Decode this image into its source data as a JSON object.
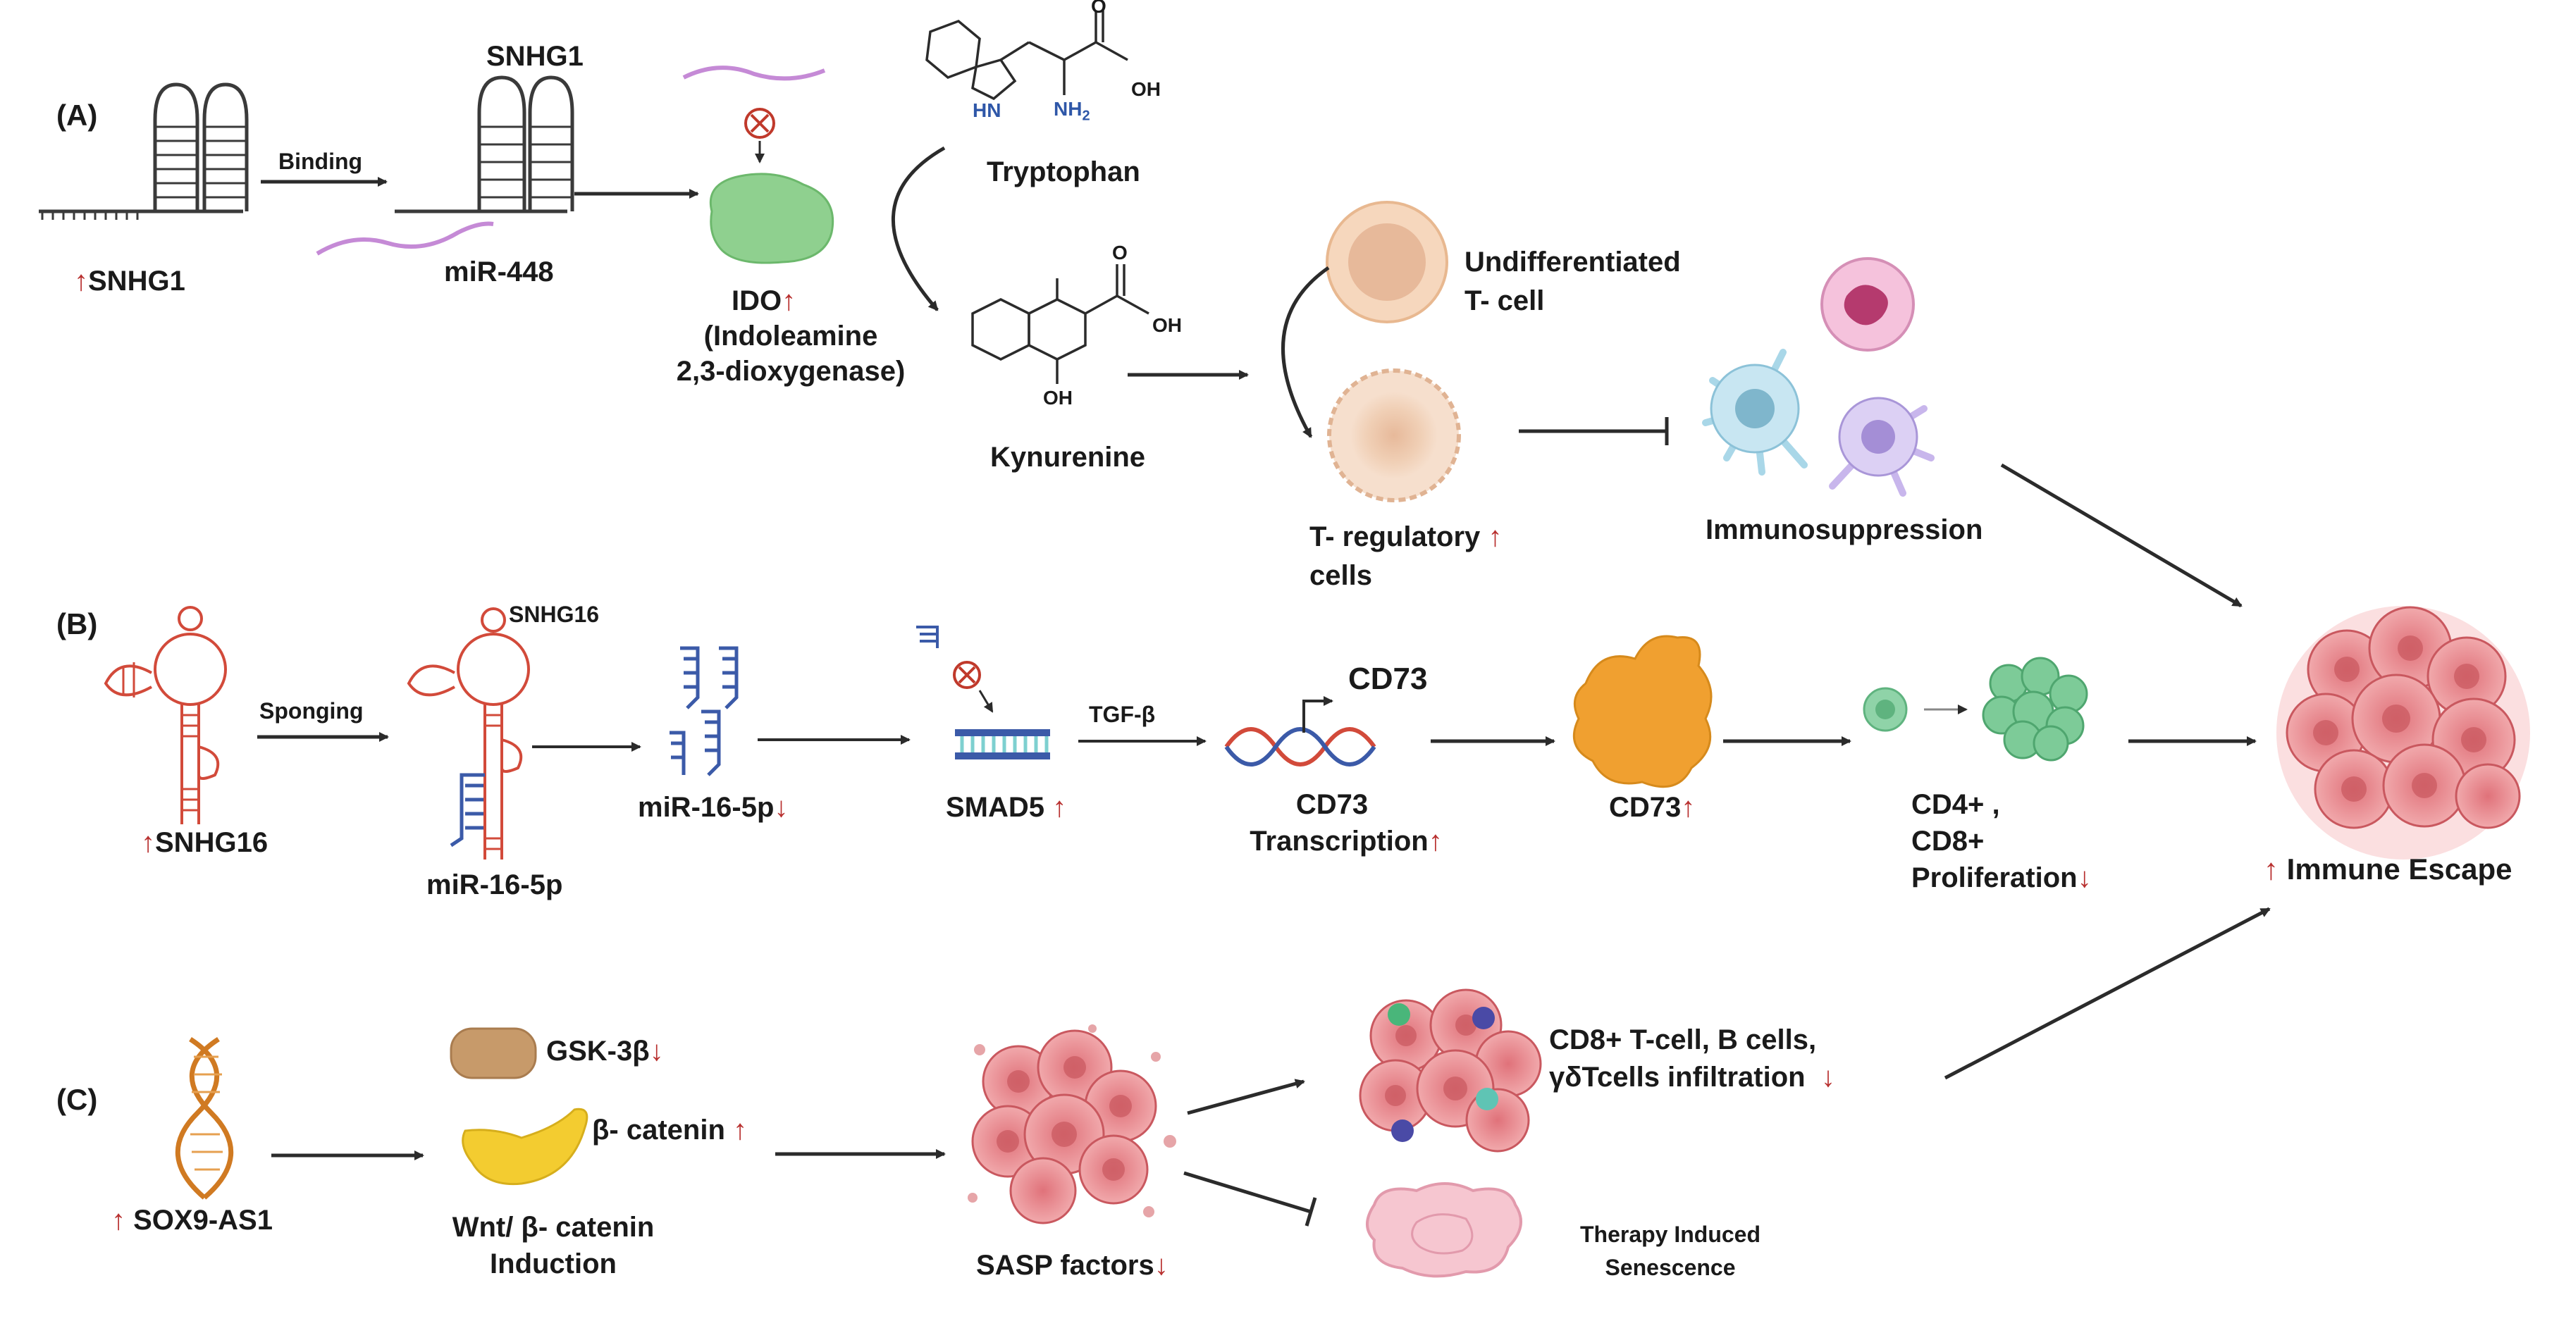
{
  "panels": {
    "a": {
      "label": "(A)",
      "snhg1_bottom": "SNHG1",
      "snhg1_top": "SNHG1",
      "binding": "Binding",
      "mir": "miR-448",
      "ido": "IDO",
      "ido_full_1": "(Indoleamine",
      "ido_full_2": "2,3-dioxygenase)",
      "tryptophan": "Tryptophan",
      "kynurenine": "Kynurenine",
      "undiff_1": "Undifferentiated",
      "undiff_2": "T- cell",
      "treg_1": "T- regulatory",
      "treg_2": "cells",
      "immuno": "Immunosuppression",
      "chem_oh": "OH",
      "chem_o": "O",
      "chem_hn": "HN",
      "chem_nh2": "NH",
      "chem_nh2_sub": "2"
    },
    "b": {
      "label": "(B)",
      "snhg16_bottom": "SNHG16",
      "snhg16_top": "SNHG16",
      "sponging": "Sponging",
      "mir_bottom": "miR-16-5p",
      "mir_mid": "miR-16-5p",
      "smad5": "SMAD5",
      "tgf": "TGF-β",
      "cd73_gene": "CD73",
      "cd73_trans_1": "CD73",
      "cd73_trans_2": "Transcription",
      "cd73_protein": "CD73",
      "prolif_1": "CD4+ ,",
      "prolif_2": "CD8+",
      "prolif_3": "Proliferation"
    },
    "c": {
      "label": "(C)",
      "sox9": "SOX9-AS1",
      "gsk": "GSK-3β",
      "bcat": "β- catenin",
      "wnt_1": "Wnt/ β- catenin",
      "wnt_2": "Induction",
      "sasp": "SASP factors",
      "infil_1": "CD8+ T-cell, B cells,",
      "infil_2": "γδTcells infiltration",
      "tis_1": "Therapy Induced",
      "tis_2": "Senescence"
    },
    "outcome": "Immune Escape"
  },
  "indicators": {
    "up": "↑",
    "down": "↓"
  },
  "colors": {
    "arrow": "#2b2b2b",
    "indicator": "#b8302f",
    "rna_gray": "#3a3a3a",
    "rna_red": "#d24a3a",
    "mirna_purple": "#c58ad6",
    "mirna_blue": "#3b5aa8",
    "ido_green": "#8fd08f",
    "cd73_orange": "#f0a030",
    "tumor_pink": "#e8868a",
    "dna_orange": "#d07a22",
    "gsk_tan": "#c79a6a",
    "bcat_yellow": "#f3cc30"
  },
  "icons": [
    "rna-hairpin-icon",
    "mirna-strand-icon",
    "inhibition-icon",
    "ido-enzyme-icon",
    "tryptophan-structure-icon",
    "kynurenine-structure-icon",
    "t-cell-icon",
    "treg-cell-icon",
    "immune-cells-icon",
    "tumor-mass-icon",
    "dna-helix-icon",
    "smad5-dna-icon",
    "cd73-gene-icon",
    "cd73-protein-icon",
    "t-cell-cluster-icon",
    "gsk3b-icon",
    "beta-catenin-icon",
    "sasp-tumor-icon",
    "infiltrated-tumor-icon",
    "senescent-cell-icon"
  ]
}
